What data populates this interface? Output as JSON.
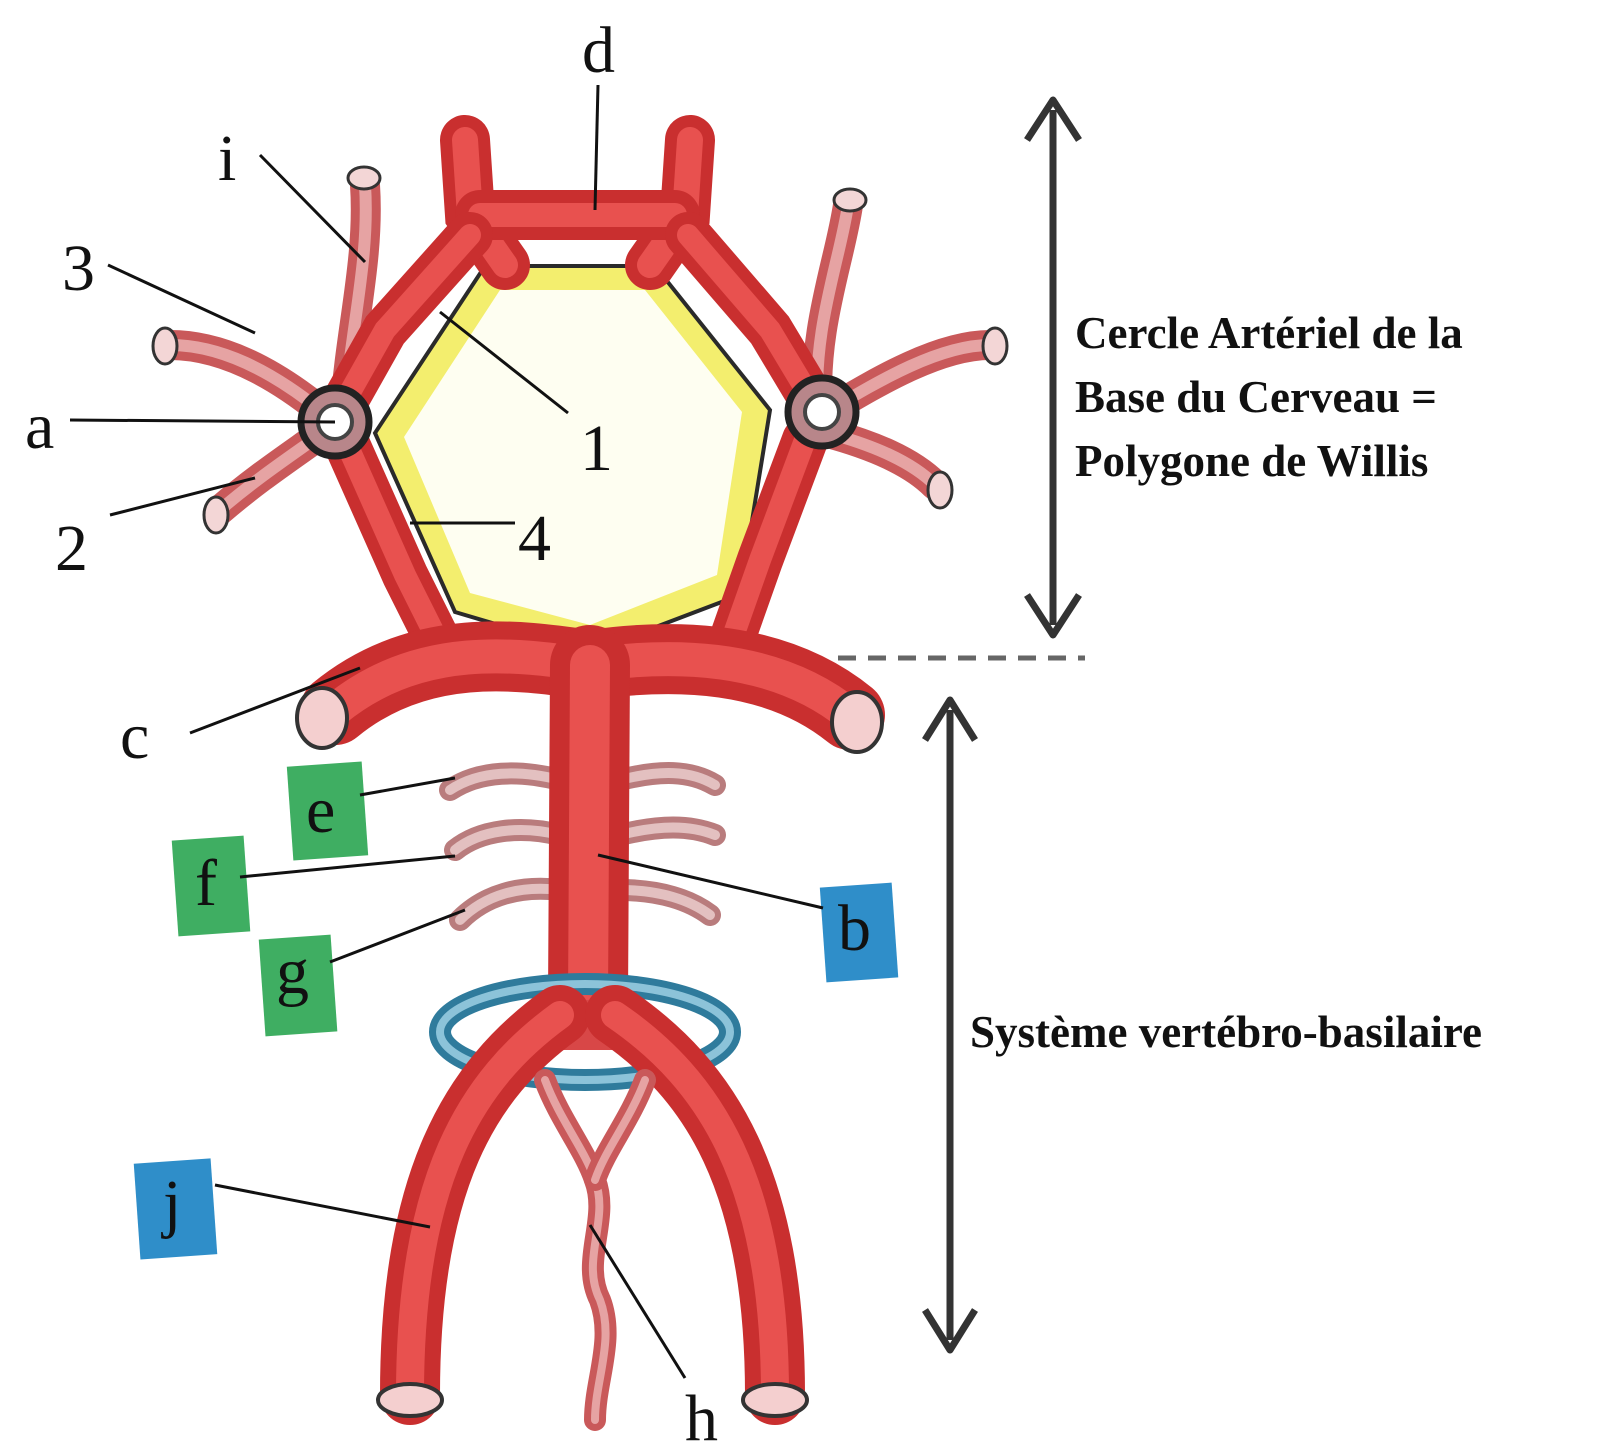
{
  "labels": {
    "a": "a",
    "b": "b",
    "c": "c",
    "d": "d",
    "e": "e",
    "f": "f",
    "g": "g",
    "h": "h",
    "i": "i",
    "j": "j",
    "n1": "1",
    "n2": "2",
    "n3": "3",
    "n4": "4"
  },
  "side_text": {
    "willis_line1": "Cercle Artériel de la",
    "willis_line2": "Base du Cerveau =",
    "willis_line3": "Polygone de Willis",
    "vertebro": "Système vertébro-basilaire"
  },
  "colors": {
    "artery": "#c92f2f",
    "polygon_fill": "#f3ee6e",
    "green_tag": "#3fae62",
    "blue_tag": "#2f8ec9",
    "ring": "#2f7b9c"
  }
}
